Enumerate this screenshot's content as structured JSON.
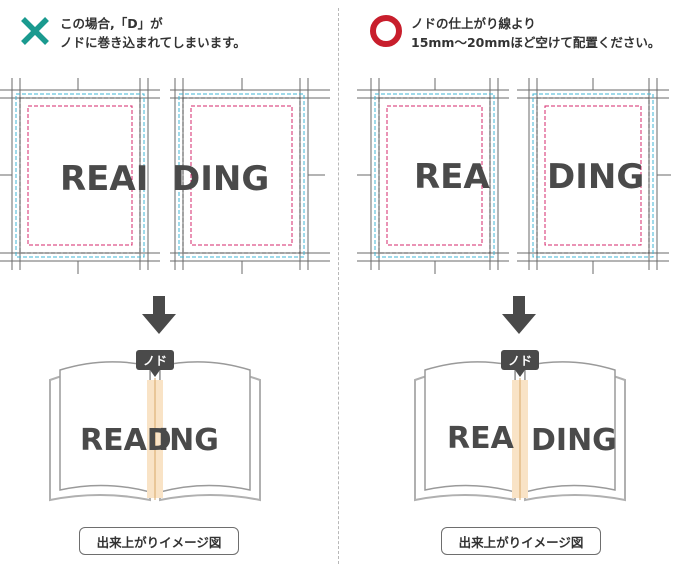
{
  "left": {
    "verdict_icon": "cross-icon",
    "heading_line1": "この場合,「D」が",
    "heading_line2": "ノドに巻き込まれてしまいます。",
    "sheet_text_left": "REAI",
    "sheet_text_right": "DING",
    "book_text_left": "READ",
    "book_text_right": "ING",
    "gutter_tag": "ノド",
    "caption": "出来上がりイメージ図"
  },
  "right": {
    "verdict_icon": "circle-icon",
    "heading_line1": "ノドの仕上がり線より",
    "heading_line2": "15mm〜20mmほど空けて配置ください。",
    "sheet_text_left": "REA",
    "sheet_text_right": "DING",
    "book_text_left": "REA",
    "book_text_right": "DING",
    "gutter_tag": "ノド",
    "caption": "出来上がりイメージ図"
  },
  "colors": {
    "cross": "#1a9a8f",
    "circle": "#c81e2c",
    "trim_line": "#444444",
    "bleed_line": "#3fb6d4",
    "safe_line": "#d6276b",
    "gutter_band": "#f9e3c6",
    "arrow": "#4a4a4a"
  }
}
